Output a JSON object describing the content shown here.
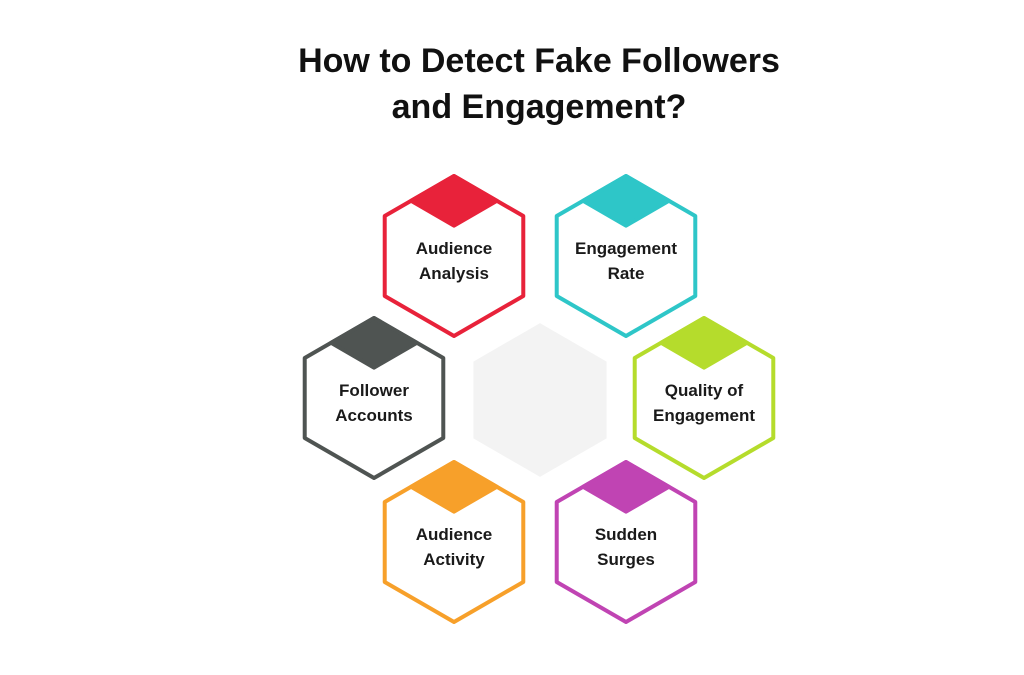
{
  "title": {
    "line1": "How to Detect Fake Followers",
    "line2": "and Engagement?"
  },
  "center": {
    "fill": "#f3f3f3"
  },
  "items": [
    {
      "lines": [
        "Audience",
        "Analysis"
      ],
      "color": "#e8223a"
    },
    {
      "lines": [
        "Engagement",
        "Rate"
      ],
      "color": "#2ec6c8"
    },
    {
      "lines": [
        "Follower",
        "Accounts"
      ],
      "color": "#4f5452"
    },
    {
      "lines": [
        "Quality of",
        "Engagement"
      ],
      "color": "#b5dc2c"
    },
    {
      "lines": [
        "Audience",
        "Activity"
      ],
      "color": "#f7a02a"
    },
    {
      "lines": [
        "Sudden",
        "Surges"
      ],
      "color": "#c044b3"
    }
  ]
}
